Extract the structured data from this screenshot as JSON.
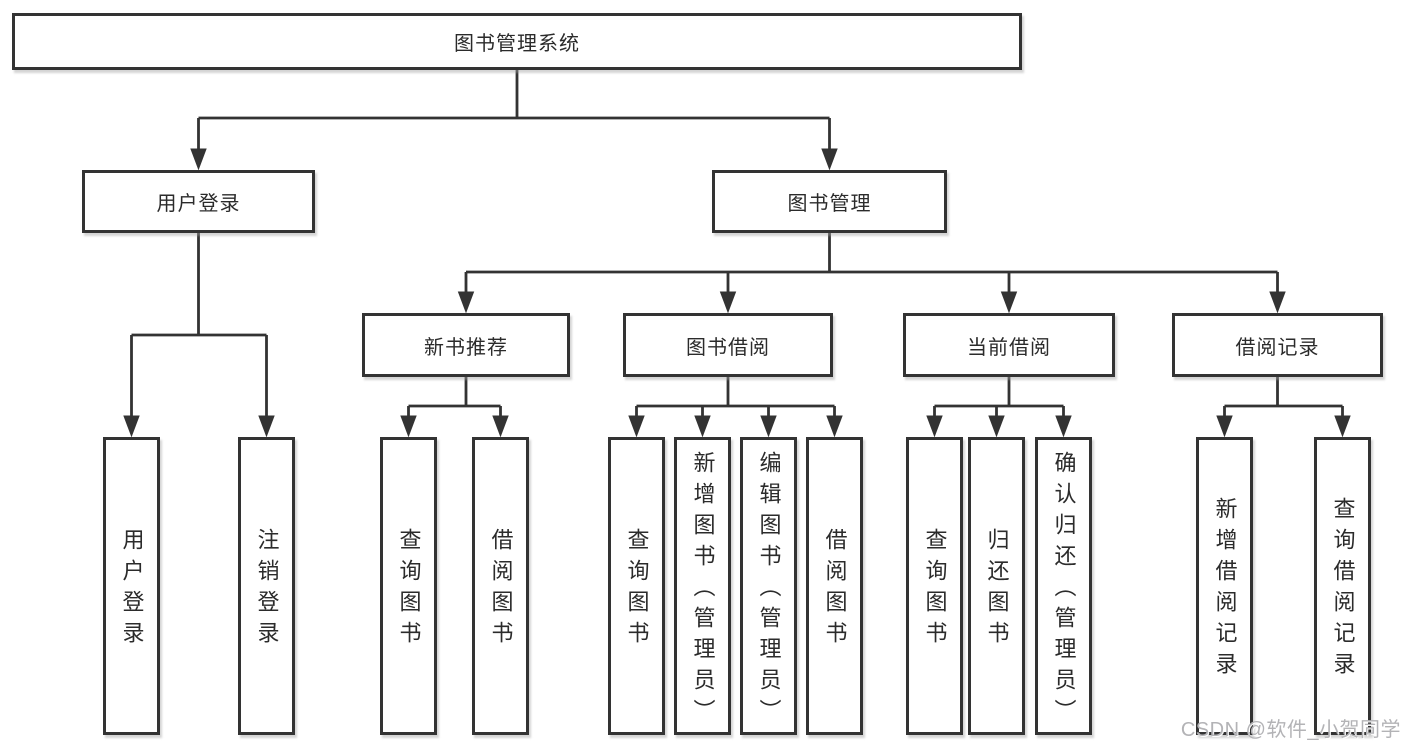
{
  "diagram": {
    "root": {
      "label": "图书管理系统"
    },
    "branches": {
      "user_login": {
        "label": "用户登录",
        "children": [
          "用户登录",
          "注销登录"
        ]
      },
      "book_management": {
        "label": "图书管理",
        "sections": [
          {
            "label": "新书推荐",
            "children": [
              "查询图书",
              "借阅图书"
            ]
          },
          {
            "label": "图书借阅",
            "children": [
              "查询图书",
              "新增图书（管理员）",
              "编辑图书（管理员）",
              "借阅图书"
            ]
          },
          {
            "label": "当前借阅",
            "children": [
              "查询图书",
              "归还图书",
              "确认归还（管理员）"
            ]
          },
          {
            "label": "借阅记录",
            "children": [
              "新增借阅记录",
              "查询借阅记录"
            ]
          }
        ]
      }
    }
  },
  "watermark": {
    "text": "CSDN @软件_小贺同学"
  },
  "colors": {
    "line": "#333333",
    "box_border": "#333333",
    "box_fill": "#ffffff",
    "text": "#2b2b2b",
    "background": "#ffffff",
    "watermark_text": "#b3b3b6"
  }
}
